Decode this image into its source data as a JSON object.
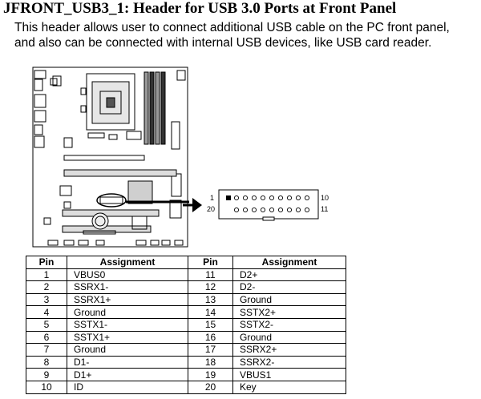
{
  "title": "JFRONT_USB3_1: Header for USB 3.0 Ports at Front Panel",
  "description": {
    "line1": "This header allows user to connect additional USB cable on the PC front panel,",
    "line2": "and also can be connected with internal USB devices, like USB card reader."
  },
  "header_diagram": {
    "pin_labels": {
      "top_left": "1",
      "bottom_left": "20",
      "top_right": "10",
      "bottom_right": "11"
    }
  },
  "table": {
    "headers": [
      "Pin",
      "Assignment",
      "Pin",
      "Assignment"
    ],
    "rows": [
      {
        "pin_a": "1",
        "sig_a": "VBUS0",
        "pin_b": "11",
        "sig_b": "D2+"
      },
      {
        "pin_a": "2",
        "sig_a": "SSRX1-",
        "pin_b": "12",
        "sig_b": "D2-"
      },
      {
        "pin_a": "3",
        "sig_a": "SSRX1+",
        "pin_b": "13",
        "sig_b": "Ground"
      },
      {
        "pin_a": "4",
        "sig_a": "Ground",
        "pin_b": "14",
        "sig_b": "SSTX2+"
      },
      {
        "pin_a": "5",
        "sig_a": "SSTX1-",
        "pin_b": "15",
        "sig_b": "SSTX2-"
      },
      {
        "pin_a": "6",
        "sig_a": "SSTX1+",
        "pin_b": "16",
        "sig_b": "Ground"
      },
      {
        "pin_a": "7",
        "sig_a": "Ground",
        "pin_b": "17",
        "sig_b": "SSRX2+"
      },
      {
        "pin_a": "8",
        "sig_a": "D1-",
        "pin_b": "18",
        "sig_b": "SSRX2-"
      },
      {
        "pin_a": "9",
        "sig_a": "D1+",
        "pin_b": "19",
        "sig_b": "VBUS1"
      },
      {
        "pin_a": "10",
        "sig_a": "ID",
        "pin_b": "20",
        "sig_b": "Key"
      }
    ]
  }
}
